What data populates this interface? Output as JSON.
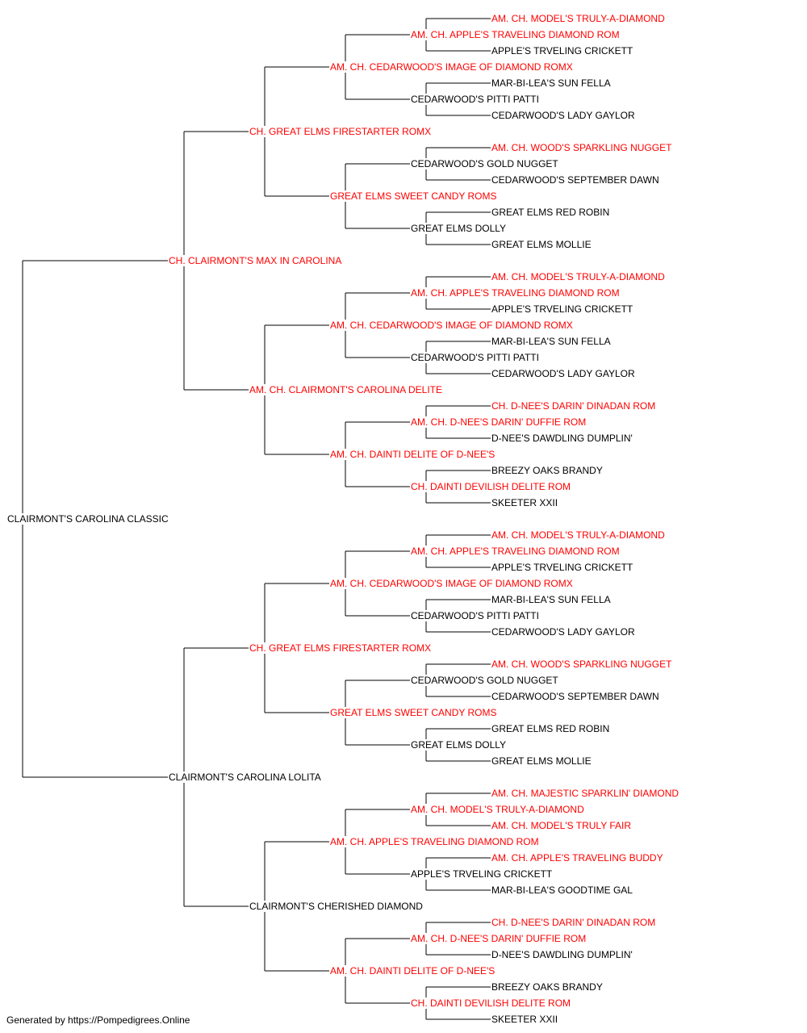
{
  "colors": {
    "champion": "#ff0000",
    "regular": "#000000",
    "line": "#000000"
  },
  "pedigree": {
    "name": "CLAIRMONT'S CAROLINA CLASSIC",
    "champ": false,
    "sire": {
      "name": "CH. CLAIRMONT'S MAX IN CAROLINA",
      "champ": true,
      "sire": {
        "name": "CH. GREAT ELMS FIRESTARTER ROMX",
        "champ": true,
        "sire": {
          "name": "AM. CH. CEDARWOOD'S IMAGE OF DIAMOND ROMX",
          "champ": true,
          "sire": {
            "name": "AM. CH. APPLE'S TRAVELING DIAMOND ROM",
            "champ": true,
            "sire": {
              "name": "AM. CH. MODEL'S TRULY-A-DIAMOND",
              "champ": true
            },
            "dam": {
              "name": "APPLE'S TRVELING CRICKETT",
              "champ": false
            }
          },
          "dam": {
            "name": "CEDARWOOD'S PITTI PATTI",
            "champ": false,
            "sire": {
              "name": "MAR-BI-LEA'S SUN FELLA",
              "champ": false
            },
            "dam": {
              "name": "CEDARWOOD'S LADY GAYLOR",
              "champ": false
            }
          }
        },
        "dam": {
          "name": "GREAT ELMS SWEET CANDY ROMS",
          "champ": true,
          "sire": {
            "name": "CEDARWOOD'S GOLD NUGGET",
            "champ": false,
            "sire": {
              "name": "AM. CH. WOOD'S SPARKLING NUGGET",
              "champ": true
            },
            "dam": {
              "name": "CEDARWOOD'S SEPTEMBER DAWN",
              "champ": false
            }
          },
          "dam": {
            "name": "GREAT ELMS DOLLY",
            "champ": false,
            "sire": {
              "name": "GREAT ELMS RED ROBIN",
              "champ": false
            },
            "dam": {
              "name": "GREAT ELMS MOLLIE",
              "champ": false
            }
          }
        }
      },
      "dam": {
        "name": "AM. CH. CLAIRMONT'S CAROLINA DELITE",
        "champ": true,
        "sire": {
          "name": "AM. CH. CEDARWOOD'S IMAGE OF DIAMOND ROMX",
          "champ": true,
          "sire": {
            "name": "AM. CH. APPLE'S TRAVELING DIAMOND ROM",
            "champ": true,
            "sire": {
              "name": "AM. CH. MODEL'S TRULY-A-DIAMOND",
              "champ": true
            },
            "dam": {
              "name": "APPLE'S TRVELING CRICKETT",
              "champ": false
            }
          },
          "dam": {
            "name": "CEDARWOOD'S PITTI PATTI",
            "champ": false,
            "sire": {
              "name": "MAR-BI-LEA'S SUN FELLA",
              "champ": false
            },
            "dam": {
              "name": "CEDARWOOD'S LADY GAYLOR",
              "champ": false
            }
          }
        },
        "dam": {
          "name": "AM. CH. DAINTI DELITE OF D-NEE'S",
          "champ": true,
          "sire": {
            "name": "AM. CH. D-NEE'S DARIN' DUFFIE ROM",
            "champ": true,
            "sire": {
              "name": "CH. D-NEE'S DARIN' DINADAN ROM",
              "champ": true
            },
            "dam": {
              "name": "D-NEE'S DAWDLING DUMPLIN'",
              "champ": false
            }
          },
          "dam": {
            "name": "CH. DAINTI DEVILISH DELITE ROM",
            "champ": true,
            "sire": {
              "name": "BREEZY OAKS BRANDY",
              "champ": false
            },
            "dam": {
              "name": "SKEETER XXII",
              "champ": false
            }
          }
        }
      }
    },
    "dam": {
      "name": "CLAIRMONT'S CAROLINA LOLITA",
      "champ": false,
      "sire": {
        "name": "CH. GREAT ELMS FIRESTARTER ROMX",
        "champ": true,
        "sire": {
          "name": "AM. CH. CEDARWOOD'S IMAGE OF DIAMOND ROMX",
          "champ": true,
          "sire": {
            "name": "AM. CH. APPLE'S TRAVELING DIAMOND ROM",
            "champ": true,
            "sire": {
              "name": "AM. CH. MODEL'S TRULY-A-DIAMOND",
              "champ": true
            },
            "dam": {
              "name": "APPLE'S TRVELING CRICKETT",
              "champ": false
            }
          },
          "dam": {
            "name": "CEDARWOOD'S PITTI PATTI",
            "champ": false,
            "sire": {
              "name": "MAR-BI-LEA'S SUN FELLA",
              "champ": false
            },
            "dam": {
              "name": "CEDARWOOD'S LADY GAYLOR",
              "champ": false
            }
          }
        },
        "dam": {
          "name": "GREAT ELMS SWEET CANDY ROMS",
          "champ": true,
          "sire": {
            "name": "CEDARWOOD'S GOLD NUGGET",
            "champ": false,
            "sire": {
              "name": "AM. CH. WOOD'S SPARKLING NUGGET",
              "champ": true
            },
            "dam": {
              "name": "CEDARWOOD'S SEPTEMBER DAWN",
              "champ": false
            }
          },
          "dam": {
            "name": "GREAT ELMS DOLLY",
            "champ": false,
            "sire": {
              "name": "GREAT ELMS RED ROBIN",
              "champ": false
            },
            "dam": {
              "name": "GREAT ELMS MOLLIE",
              "champ": false
            }
          }
        }
      },
      "dam": {
        "name": "CLAIRMONT'S CHERISHED DIAMOND",
        "champ": false,
        "sire": {
          "name": "AM. CH. APPLE'S TRAVELING DIAMOND ROM",
          "champ": true,
          "sire": {
            "name": "AM. CH. MODEL'S TRULY-A-DIAMOND",
            "champ": true,
            "sire": {
              "name": "AM. CH. MAJESTIC SPARKLIN' DIAMOND",
              "champ": true
            },
            "dam": {
              "name": "AM. CH. MODEL'S TRULY FAIR",
              "champ": true
            }
          },
          "dam": {
            "name": "APPLE'S TRVELING CRICKETT",
            "champ": false,
            "sire": {
              "name": "AM. CH. APPLE'S TRAVELING BUDDY",
              "champ": true
            },
            "dam": {
              "name": "MAR-BI-LEA'S GOODTIME GAL",
              "champ": false
            }
          }
        },
        "dam": {
          "name": "AM. CH. DAINTI DELITE OF D-NEE'S",
          "champ": true,
          "sire": {
            "name": "AM. CH. D-NEE'S DARIN' DUFFIE ROM",
            "champ": true,
            "sire": {
              "name": "CH. D-NEE'S DARIN' DINADAN ROM",
              "champ": true
            },
            "dam": {
              "name": "D-NEE'S DAWDLING DUMPLIN'",
              "champ": false
            }
          },
          "dam": {
            "name": "CH. DAINTI DEVILISH DELITE ROM",
            "champ": true,
            "sire": {
              "name": "BREEZY OAKS BRANDY",
              "champ": false
            },
            "dam": {
              "name": "SKEETER XXII",
              "champ": false
            }
          }
        }
      }
    }
  },
  "footer": {
    "text": "Generated by https://Pompedigrees.Online"
  }
}
